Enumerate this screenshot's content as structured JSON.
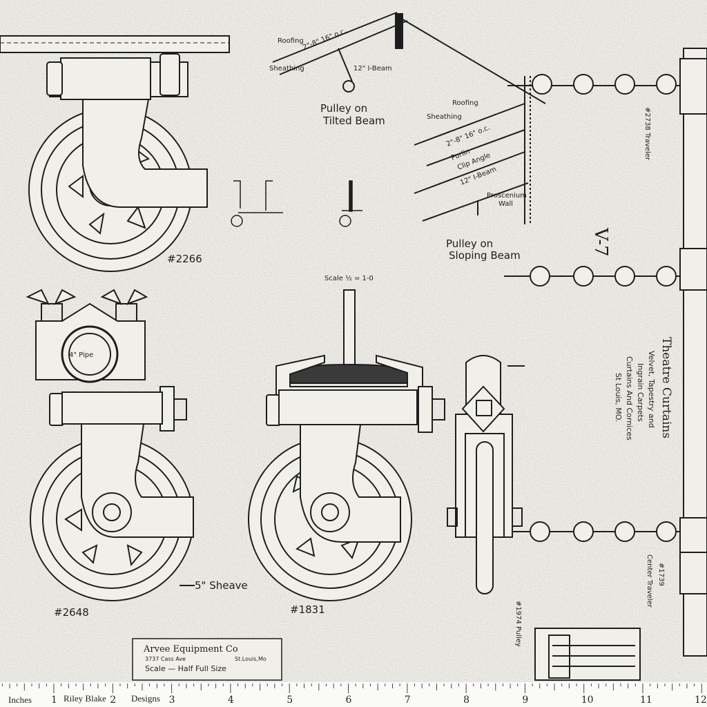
{
  "colors": {
    "paper": "#f1efe9",
    "ink": "#1d1d1d",
    "grime": "#8a8680"
  },
  "labels": {
    "roofing_1": "Roofing",
    "purlin_spec_1": "2\"-8\" 16\" o.c.",
    "sheathing_1": "Sheathing",
    "ibeam_1": "12\" I-Beam",
    "pulley_tilted_1": "Pulley on",
    "pulley_tilted_2": "Tilted Beam",
    "roofing_2": "Roofing",
    "sheathing_2": "Sheathing",
    "purlin_spec_2": "2\"-8\" 16\" o.c.",
    "purlin": "Purlin",
    "clip_angle": "Clip Angle",
    "ibeam_2": "12\" I-Beam",
    "proscenium_1": "Proscenium",
    "proscenium_2": "Wall",
    "pulley_sloping_1": "Pulley on",
    "pulley_sloping_2": "Sloping Beam",
    "traveler_2738": "#2738 Traveler",
    "v7": "V-7",
    "part_2266": "#2266",
    "scale": "Scale ½ = 1-0",
    "pipe": "4\" Pipe",
    "sheave": "5\" Sheave",
    "part_2648": "#2648",
    "part_1831": "#1831",
    "part_1974": "#1974 Pulley",
    "center_traveler_1": "#1739",
    "center_traveler_2": "Center Traveler"
  },
  "company": {
    "title": "Theatre Curtains",
    "lines": [
      "Velvet, Tapestry and",
      "Ingrain Carpets",
      "Curtains And Cornices",
      "St Louis, MO."
    ]
  },
  "titleblock": {
    "name": "Arvee Equipment Co",
    "address_left": "3737 Cass Ave",
    "address_right": "St.Louis,Mo",
    "scale": "Scale — Half Full Size"
  },
  "ruler": {
    "unit_label": "Inches",
    "numbers": [
      "1",
      "2",
      "3",
      "4",
      "5",
      "6",
      "7",
      "8",
      "9",
      "10",
      "11",
      "12"
    ],
    "brand_1": "Riley Blake",
    "brand_2": "Designs"
  }
}
